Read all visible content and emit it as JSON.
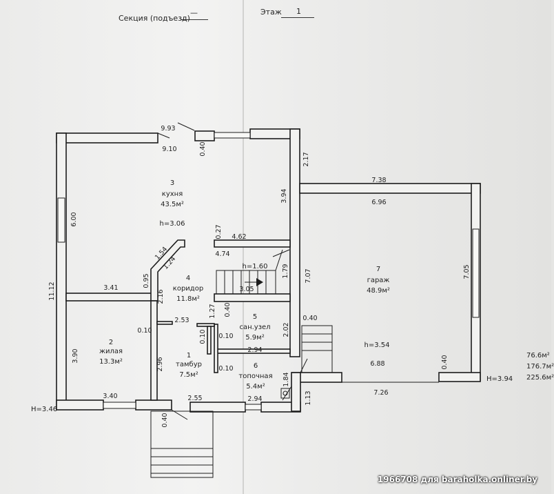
{
  "header": {
    "section_label": "Секция (подъезд)",
    "section_value": "—",
    "floor_label": "Этаж",
    "floor_value": "1"
  },
  "rooms": [
    {
      "number": "3",
      "name": "кухня",
      "area": "43.5м²",
      "height": "h=3.06"
    },
    {
      "number": "4",
      "name": "коридор",
      "area": "11.8м²"
    },
    {
      "number": "2",
      "name": "жилая",
      "area": "13.3м²"
    },
    {
      "number": "1",
      "name": "тамбур",
      "area": "7.5м²"
    },
    {
      "number": "5",
      "name": "сан.узел",
      "area": "5.9м²"
    },
    {
      "number": "6",
      "name": "топочная",
      "area": "5.4м²"
    },
    {
      "number": "7",
      "name": "гараж",
      "area": "48.9м²",
      "height": "h=3.54"
    }
  ],
  "stair_height": "h=1.60",
  "levels": {
    "left": "H=3.46",
    "right": "H=3.94"
  },
  "dimensions": {
    "d9_93": "9.93",
    "d9_10": "9.10",
    "d0_40a": "0.40",
    "d2_17": "2.17",
    "d7_38": "7.38",
    "d6_96": "6.96",
    "d6_00": "6.00",
    "d3_94": "3.94",
    "d0_27": "0.27",
    "d4_62": "4.62",
    "d4_74": "4.74",
    "d1_54": "1.54",
    "d1_24": "1.24",
    "d1_79": "1.79",
    "d7_07": "7.07",
    "d7_05": "7.05",
    "d11_12": "11.12",
    "d3_41": "3.41",
    "d0_95": "0.95",
    "d2_16": "2.16",
    "d3_05": "3.05",
    "d0_40b": "0.40",
    "d0_40c": "0.40",
    "d2_53": "2.53",
    "d1_27": "1.27",
    "d0_10a": "0.10",
    "d0_10b": "0.10",
    "d0_10c": "0.10",
    "d0_10d": "0.10",
    "d2_02": "2.02",
    "d3_90": "3.90",
    "d2_96": "2.96",
    "d2_94a": "2.94",
    "d2_94b": "2.94",
    "d1_84": "1.84",
    "d1_13": "1.13",
    "d6_88": "6.88",
    "d0_40d": "0.40",
    "d7_26": "7.26",
    "d3_40": "3.40",
    "d2_55": "2.55",
    "d0_40e": "0.40"
  },
  "totals": [
    "76.6м²",
    "176.7м²",
    "225.6м²"
  ],
  "watermark": "1966708 для baraholka.onliner.by"
}
